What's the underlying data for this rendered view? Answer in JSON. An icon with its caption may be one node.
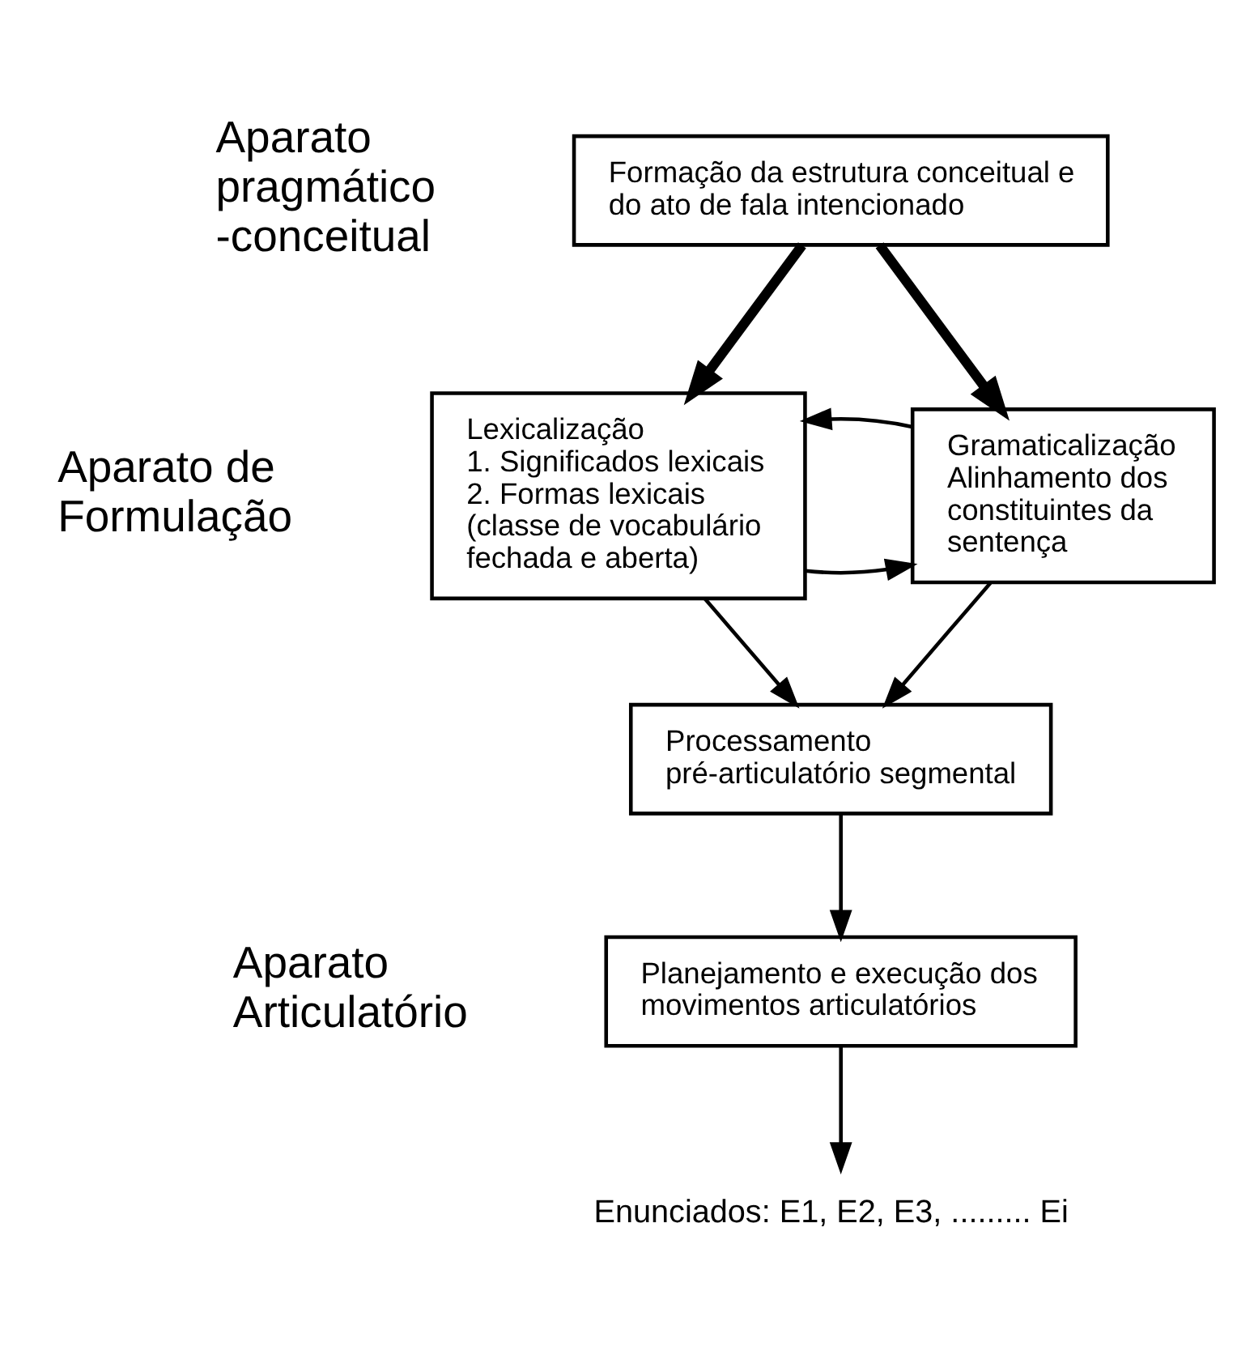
{
  "diagram": {
    "nodes": [
      {
        "text": [
          "Formação da estrutura conceitual e do ato de fala intencionado"
        ]
      },
      {
        "text": [
          "Lexicalização",
          "1. Significados lexicais",
          "2. Formas lexicais",
          "(classe de vocabulário fechada e aberta)"
        ]
      },
      {
        "text": [
          "Gramaticalização",
          "Alinhamento dos constituintes da sentença"
        ]
      },
      {
        "text": [
          "Processamento pré-articulatório segmental"
        ]
      },
      {
        "text": [
          "Planejamento e execução dos movimentos articulatórios"
        ]
      },
      {
        "text": [
          "Enunciados: E1, E2, E3, ......... Ei"
        ]
      }
    ],
    "edges": [
      {
        "from": 0,
        "to": 1,
        "arrow": "to",
        "style": "thick"
      },
      {
        "from": 0,
        "to": 2,
        "arrow": "to",
        "style": "thick"
      },
      {
        "from": 1,
        "to": 2,
        "arrow": "to"
      },
      {
        "from": 2,
        "to": 1,
        "arrow": "to"
      },
      {
        "from": 1,
        "to": 3,
        "arrow": "to"
      },
      {
        "from": 2,
        "to": 3,
        "arrow": "to"
      },
      {
        "from": 3,
        "to": 4,
        "arrow": "to"
      },
      {
        "from": 4,
        "to": 5,
        "arrow": "to"
      }
    ],
    "labels": [
      "Aparato pragmático -conceitual",
      "Aparato de Formulação",
      "Aparato Articulatório"
    ]
  }
}
